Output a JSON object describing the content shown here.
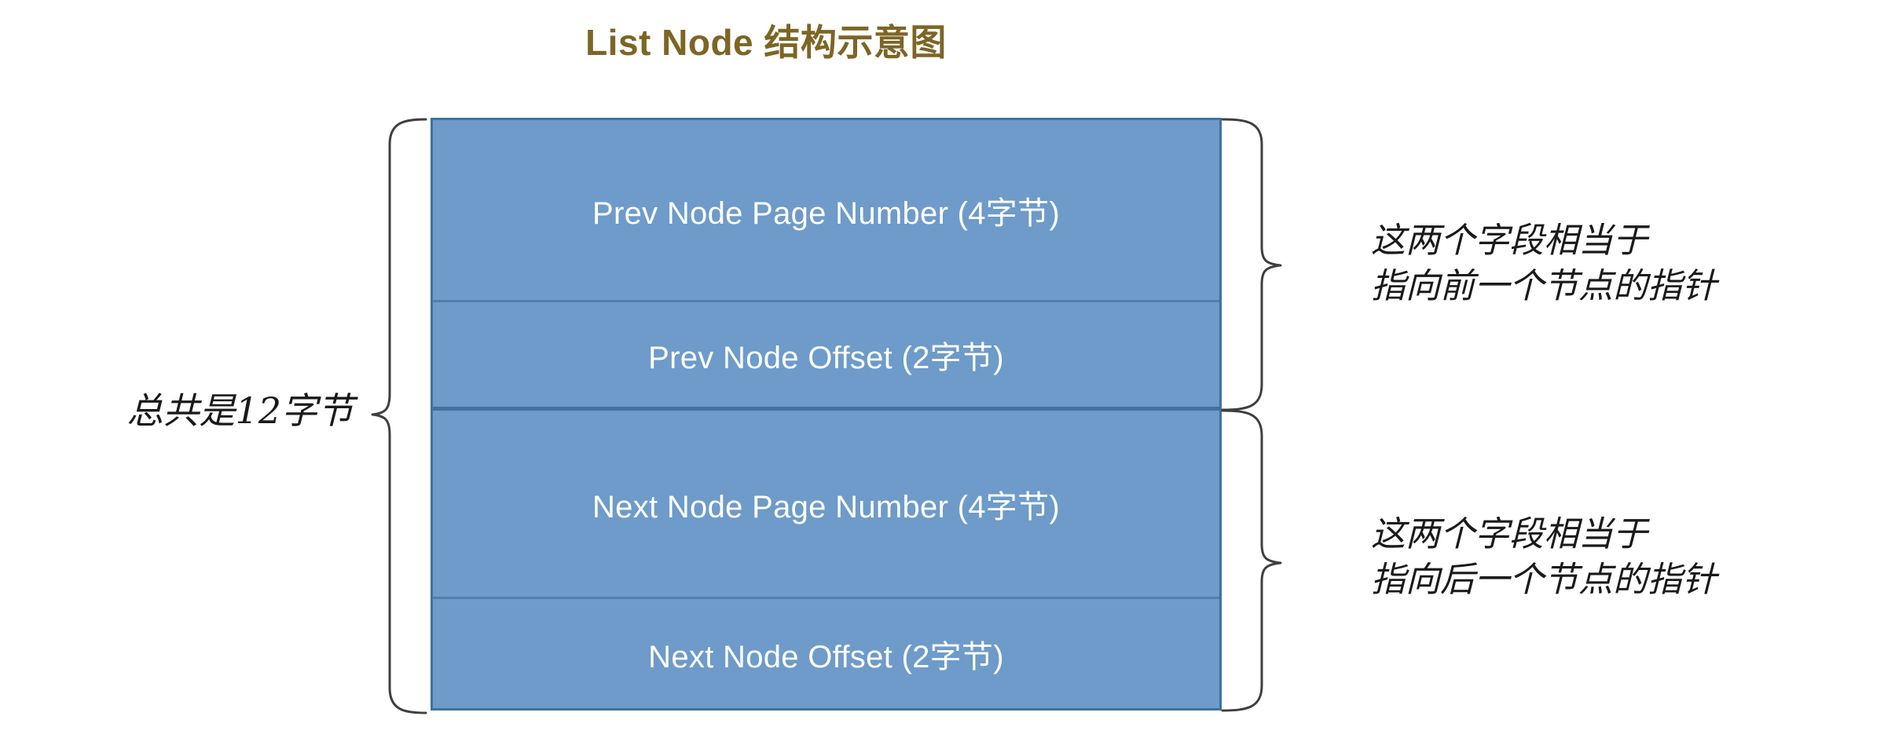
{
  "title": "List Node 结构示意图",
  "colors": {
    "title": "#7d6524",
    "box_fill": "#6e9bc9",
    "box_border": "#41719c",
    "row_divider": "#4f7fae",
    "group_divider": "#41719c",
    "field_text": "#ffffff",
    "annotation_text": "#1a1a1a",
    "brace_stroke": "#3f3f3f",
    "background": "#ffffff"
  },
  "struct": {
    "name": "List Node",
    "total_label": "总共是12字节",
    "total_bytes": 12,
    "fields": [
      {
        "label": "Prev Node Page Number (4字节)",
        "name": "prev-node-page-number",
        "bytes": 4
      },
      {
        "label": "Prev Node Offset (2字节)",
        "name": "prev-node-offset",
        "bytes": 2
      },
      {
        "label": "Next Node Page Number (4字节)",
        "name": "next-node-page-number",
        "bytes": 4
      },
      {
        "label": "Next Node Offset (2字节)",
        "name": "next-node-offset",
        "bytes": 2
      }
    ]
  },
  "annotations": {
    "prev_group": {
      "line1": "这两个字段相当于",
      "line2": "指向前一个节点的指针"
    },
    "next_group": {
      "line1": "这两个字段相当于",
      "line2": "指向后一个节点的指针"
    }
  }
}
